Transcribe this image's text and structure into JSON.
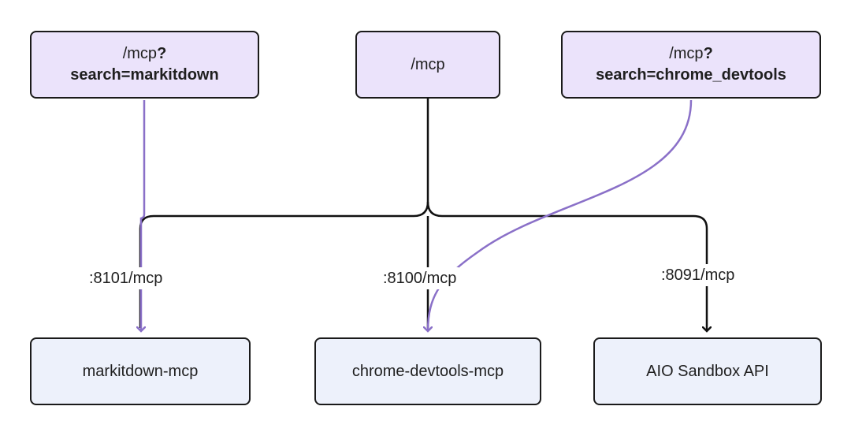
{
  "colors": {
    "purple_path": "#8a70c8",
    "black_path": "#111111",
    "top_fill": "#ebe3fb",
    "bottom_fill": "#edf1fb"
  },
  "nodes": {
    "mcp_markitdown": {
      "line1_plain": "/mcp",
      "line1_bold": "?",
      "line2_bold": "search=markitdown"
    },
    "mcp": {
      "label": "/mcp"
    },
    "mcp_chrome": {
      "line1_plain": "/mcp",
      "line1_bold": "?",
      "line2_bold": "search=chrome_devtools"
    },
    "markitdown": {
      "label": "markitdown-mcp"
    },
    "chrome": {
      "label": "chrome-devtools-mcp"
    },
    "sandbox": {
      "label": "AIO Sandbox API"
    }
  },
  "edge_labels": {
    "e8101": ":8101/mcp",
    "e8100": ":8100/mcp",
    "e8091": ":8091/mcp"
  }
}
